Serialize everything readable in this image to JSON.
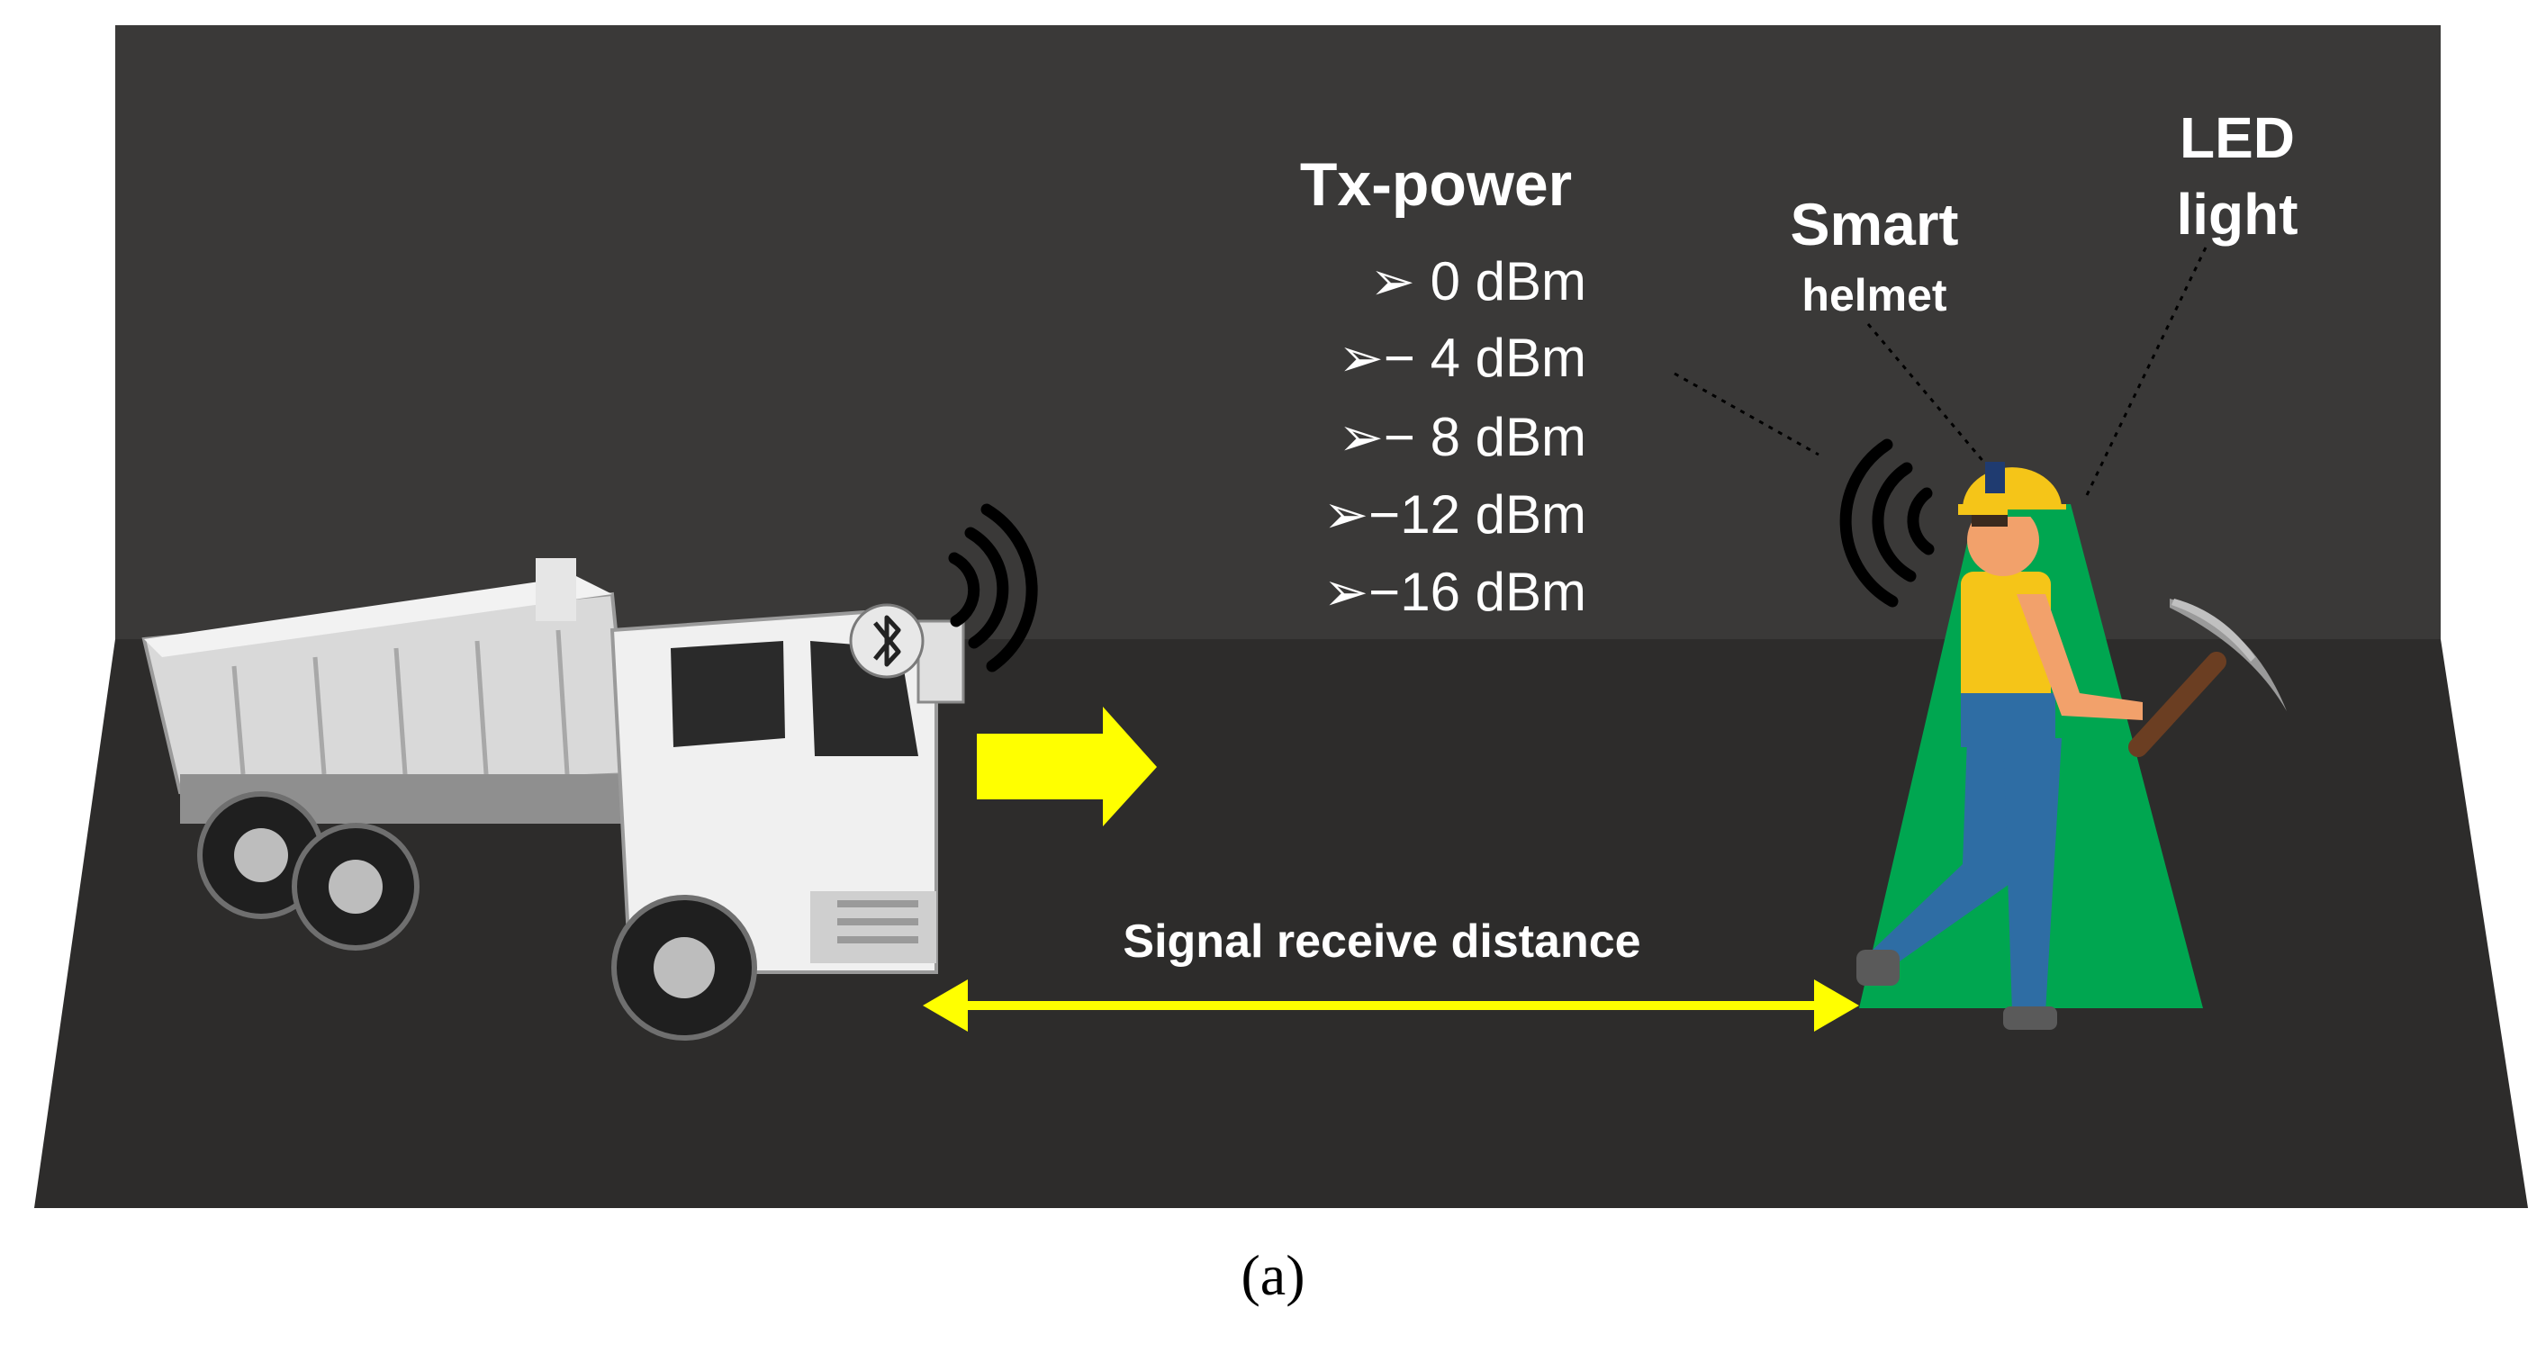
{
  "tx_power": {
    "title": "Tx-power",
    "levels": [
      "➢  0 dBm",
      "➢− 4 dBm",
      "➢− 8 dBm",
      "➢−12 dBm",
      "➢−16 dBm"
    ]
  },
  "labels": {
    "smart": "Smart",
    "helmet": "helmet",
    "led_line1": "LED",
    "led_line2": "light",
    "distance": "Signal receive distance"
  },
  "caption": "(a)",
  "icons": {
    "bluetooth": "bluetooth-icon",
    "signal": "signal-waves-icon",
    "arrow": "arrow-right-icon",
    "distance": "double-arrow-icon"
  },
  "colors": {
    "wall": "#3a3938",
    "floor": "#2d2c2b",
    "arrow": "#ffff00",
    "light_beam": "#00a650",
    "text": "#ffffff"
  }
}
